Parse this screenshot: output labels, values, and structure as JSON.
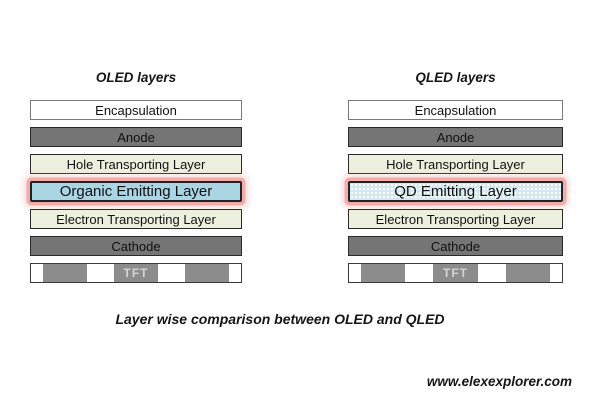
{
  "figure": {
    "caption": "Layer wise comparison between OLED and QLED",
    "website": "www.elexexplorer.com"
  },
  "diagrams": [
    {
      "title": "OLED layers",
      "layers": [
        {
          "label": "Encapsulation"
        },
        {
          "label": "Anode"
        },
        {
          "label": "Hole Transporting Layer"
        },
        {
          "label": "Organic Emitting Layer",
          "highlighted": true
        },
        {
          "label": "Electron Transporting Layer"
        },
        {
          "label": "Cathode"
        },
        {
          "label": "TFT"
        }
      ]
    },
    {
      "title": "QLED layers",
      "layers": [
        {
          "label": "Encapsulation"
        },
        {
          "label": "Anode"
        },
        {
          "label": "Hole Transporting Layer"
        },
        {
          "label": "QD Emitting Layer",
          "highlighted": true
        },
        {
          "label": "Electron Transporting Layer"
        },
        {
          "label": "Cathode"
        },
        {
          "label": "TFT"
        }
      ]
    }
  ],
  "colors": {
    "background": "#ffffff",
    "electrode_gray": "#757575",
    "transport_cream": "#edf0de",
    "organic_emitting_blue": "#a9d5e5",
    "qd_emitting_blue": "#d5e7ef",
    "highlight_glow_pink": "#f2acac",
    "tft_segment_gray": "#8c8c8c",
    "tft_text_gray": "#d4d4d4",
    "text_black": "#161616"
  }
}
